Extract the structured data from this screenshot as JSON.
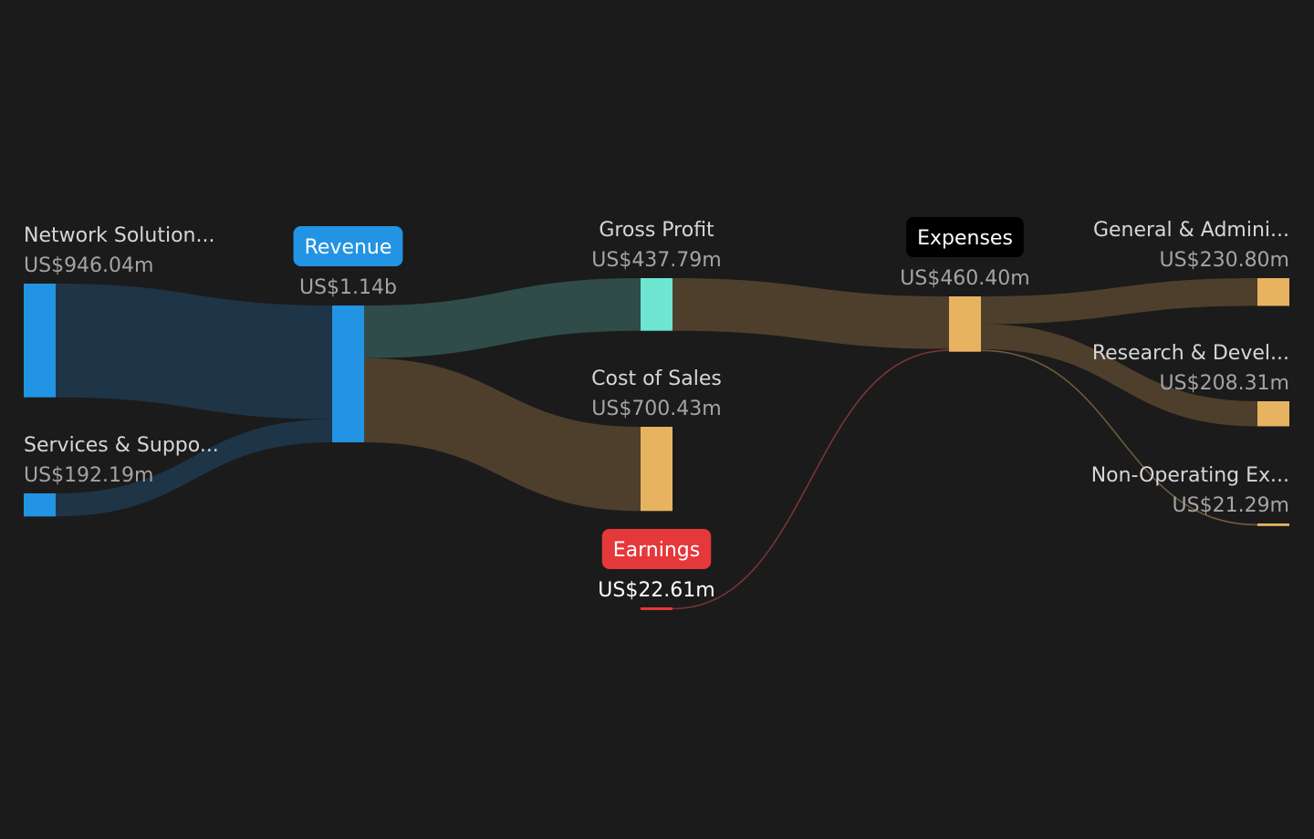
{
  "chart_data": {
    "type": "sankey",
    "currency_unit": "US$ millions",
    "colors": {
      "background": "#1b1b1b",
      "revenue": "#2394e3",
      "revenue_flow": "#1e3447",
      "gross_profit": "#6ee6d1",
      "gross_profit_flow": "#2f4c48",
      "expense": "#e8b361",
      "expense_flow": "#4e3f2d",
      "earnings": "#e5383b",
      "earnings_flow": "#6a2f2f",
      "revenue_pill": "#2394e3",
      "expenses_pill": "#000000",
      "earnings_pill": "#e5383b"
    },
    "nodes": [
      {
        "id": "network",
        "label": "Network Solution...",
        "value_label": "US$946.04m",
        "value": 946.04,
        "column": 0,
        "color": "revenue",
        "label_align": "start"
      },
      {
        "id": "services",
        "label": "Services & Suppo...",
        "value_label": "US$192.19m",
        "value": 192.19,
        "column": 0,
        "color": "revenue",
        "label_align": "start"
      },
      {
        "id": "revenue",
        "label": "Revenue",
        "value_label": "US$1.14b",
        "value": 1138.23,
        "column": 1,
        "color": "revenue",
        "pill": "revenue_pill",
        "label_align": "middle"
      },
      {
        "id": "gross_profit",
        "label": "Gross Profit",
        "value_label": "US$437.79m",
        "value": 437.79,
        "column": 2,
        "color": "gross_profit",
        "label_align": "middle"
      },
      {
        "id": "cost_of_sales",
        "label": "Cost of Sales",
        "value_label": "US$700.43m",
        "value": 700.43,
        "column": 2,
        "color": "expense",
        "label_align": "middle"
      },
      {
        "id": "earnings",
        "label": "Earnings",
        "value_label": "US$22.61m",
        "value": 22.61,
        "sign": "loss",
        "column": 2,
        "color": "earnings",
        "pill": "earnings_pill",
        "label_align": "middle",
        "value_bright": true
      },
      {
        "id": "expenses",
        "label": "Expenses",
        "value_label": "US$460.40m",
        "value": 460.4,
        "column": 3,
        "color": "expense",
        "pill": "expenses_pill",
        "label_align": "middle"
      },
      {
        "id": "gen_admin",
        "label": "General & Admini...",
        "value_label": "US$230.80m",
        "value": 230.8,
        "column": 4,
        "color": "expense",
        "label_align": "end"
      },
      {
        "id": "research",
        "label": "Research & Devel...",
        "value_label": "US$208.31m",
        "value": 208.31,
        "column": 4,
        "color": "expense",
        "label_align": "end"
      },
      {
        "id": "non_operating",
        "label": "Non-Operating Ex...",
        "value_label": "US$21.29m",
        "value": 21.29,
        "column": 4,
        "color": "expense",
        "label_align": "end"
      }
    ],
    "links": [
      {
        "source": "network",
        "target": "revenue",
        "value": 946.04,
        "color": "revenue_flow"
      },
      {
        "source": "services",
        "target": "revenue",
        "value": 192.19,
        "color": "revenue_flow"
      },
      {
        "source": "revenue",
        "target": "gross_profit",
        "value": 437.79,
        "color": "gross_profit_flow"
      },
      {
        "source": "revenue",
        "target": "cost_of_sales",
        "value": 700.43,
        "color": "expense_flow"
      },
      {
        "source": "gross_profit",
        "target": "expenses",
        "value": 437.79,
        "color": "expense_flow"
      },
      {
        "source": "earnings",
        "target": "expenses",
        "value": 22.61,
        "color": "earnings_flow"
      },
      {
        "source": "expenses",
        "target": "gen_admin",
        "value": 230.8,
        "color": "expense_flow"
      },
      {
        "source": "expenses",
        "target": "research",
        "value": 208.31,
        "color": "expense_flow"
      },
      {
        "source": "expenses",
        "target": "non_operating",
        "value": 21.29,
        "color": "expense_flow"
      }
    ]
  }
}
